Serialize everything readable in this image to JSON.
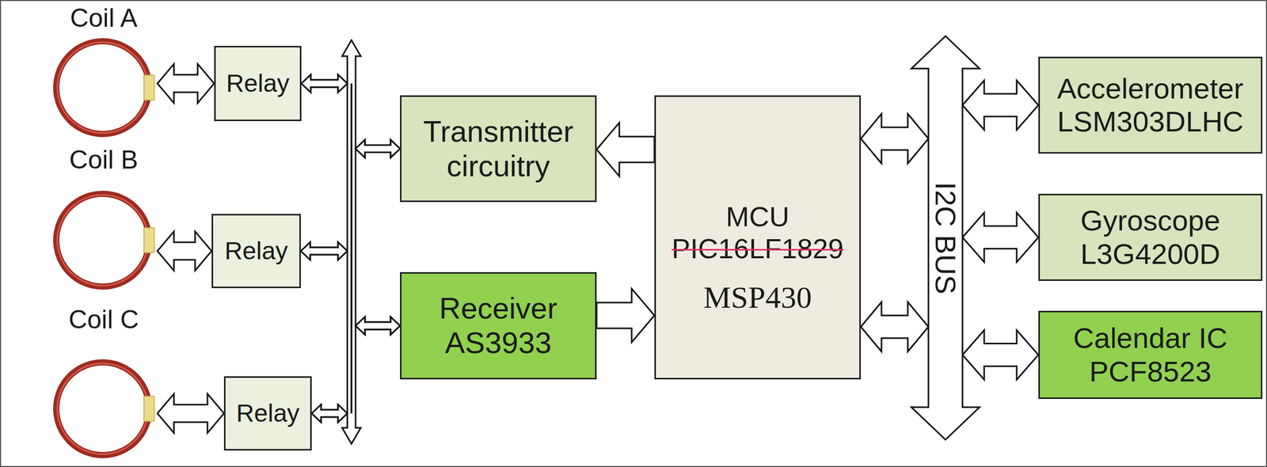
{
  "diagram": {
    "nodes": [
      {
        "text": [
          "Coil A"
        ]
      },
      {
        "text": [
          "Relay"
        ]
      },
      {
        "text": [
          "Coil B"
        ]
      },
      {
        "text": [
          "Relay"
        ]
      },
      {
        "text": [
          "Coil C"
        ]
      },
      {
        "text": [
          "Relay"
        ]
      },
      {
        "text": [
          "Transmitter circuitry"
        ]
      },
      {
        "text": [
          "Receiver",
          "AS3933"
        ]
      },
      {
        "text": [
          "MCU",
          "PIC16LF1829",
          "MSP430"
        ]
      },
      {
        "text": [
          "I2C BUS"
        ]
      },
      {
        "text": [
          "Accelerometer",
          "LSM303DLHC"
        ]
      },
      {
        "text": [
          "Gyroscope",
          "L3G4200D"
        ]
      },
      {
        "text": [
          "Calendar IC",
          "PCF8523"
        ]
      }
    ],
    "edges": [
      {
        "from": 0,
        "to": 1,
        "arrow": "both"
      },
      {
        "from": 2,
        "to": 3,
        "arrow": "both"
      },
      {
        "from": 4,
        "to": 5,
        "arrow": "both"
      },
      {
        "from": 1,
        "to": 6,
        "arrow": "both"
      },
      {
        "from": 1,
        "to": 7,
        "arrow": "both"
      },
      {
        "from": 3,
        "to": 6,
        "arrow": "both"
      },
      {
        "from": 3,
        "to": 7,
        "arrow": "both"
      },
      {
        "from": 5,
        "to": 6,
        "arrow": "both"
      },
      {
        "from": 5,
        "to": 7,
        "arrow": "both"
      },
      {
        "from": 8,
        "to": 6,
        "arrow": "to"
      },
      {
        "from": 7,
        "to": 8,
        "arrow": "to"
      },
      {
        "from": 8,
        "to": 9,
        "arrow": "both"
      },
      {
        "from": 8,
        "to": 9,
        "arrow": "both"
      },
      {
        "from": 9,
        "to": 10,
        "arrow": "both"
      },
      {
        "from": 9,
        "to": 11,
        "arrow": "both"
      },
      {
        "from": 9,
        "to": 12,
        "arrow": "both"
      }
    ]
  }
}
